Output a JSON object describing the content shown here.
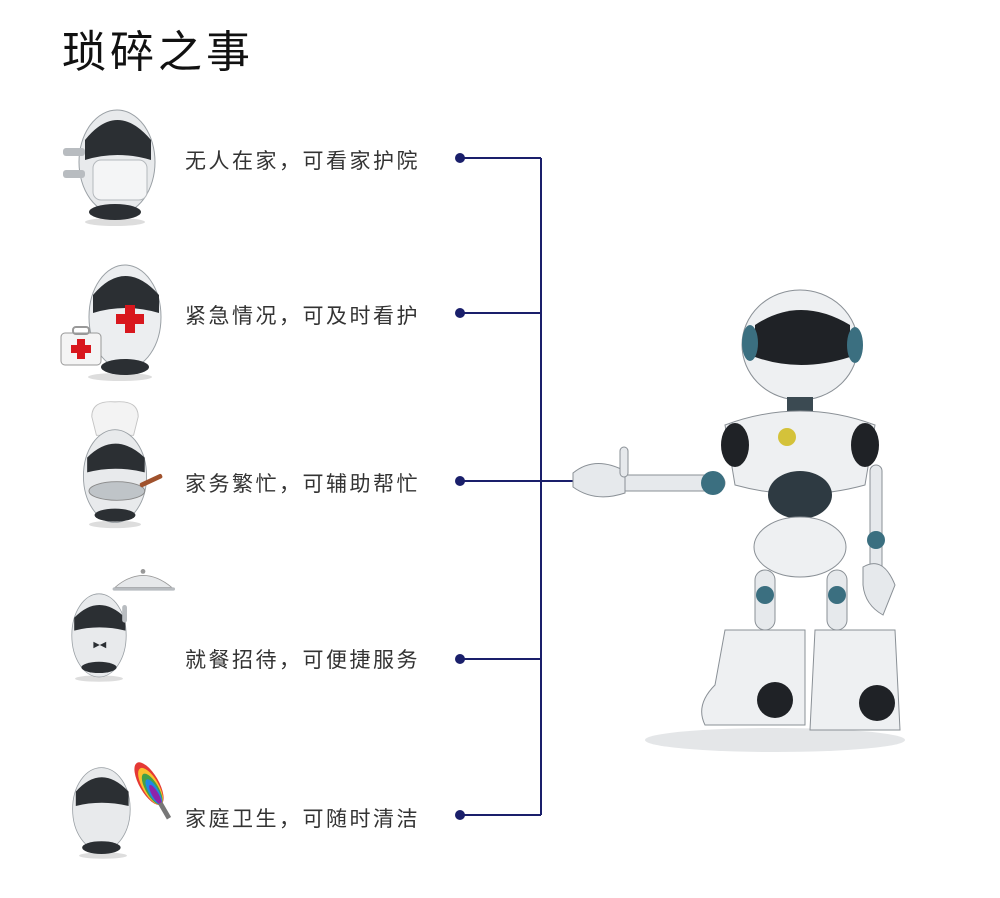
{
  "page_title": "琐碎之事",
  "items": [
    {
      "label": "无人在家，可看家护院",
      "icon": "robot-icon"
    },
    {
      "label": "紧急情况，可及时看护",
      "icon": "nurse-robot-icon"
    },
    {
      "label": "家务繁忙，可辅助帮忙",
      "icon": "chef-robot-icon"
    },
    {
      "label": "就餐招待，可便捷服务",
      "icon": "waiter-robot-icon"
    },
    {
      "label": "家庭卫生，可随时清洁",
      "icon": "cleaner-robot-icon"
    }
  ],
  "colors": {
    "connector": "#1a1f6b",
    "text": "#333333",
    "robot_dark": "#2b2f33",
    "robot_light": "#e9ecef"
  }
}
